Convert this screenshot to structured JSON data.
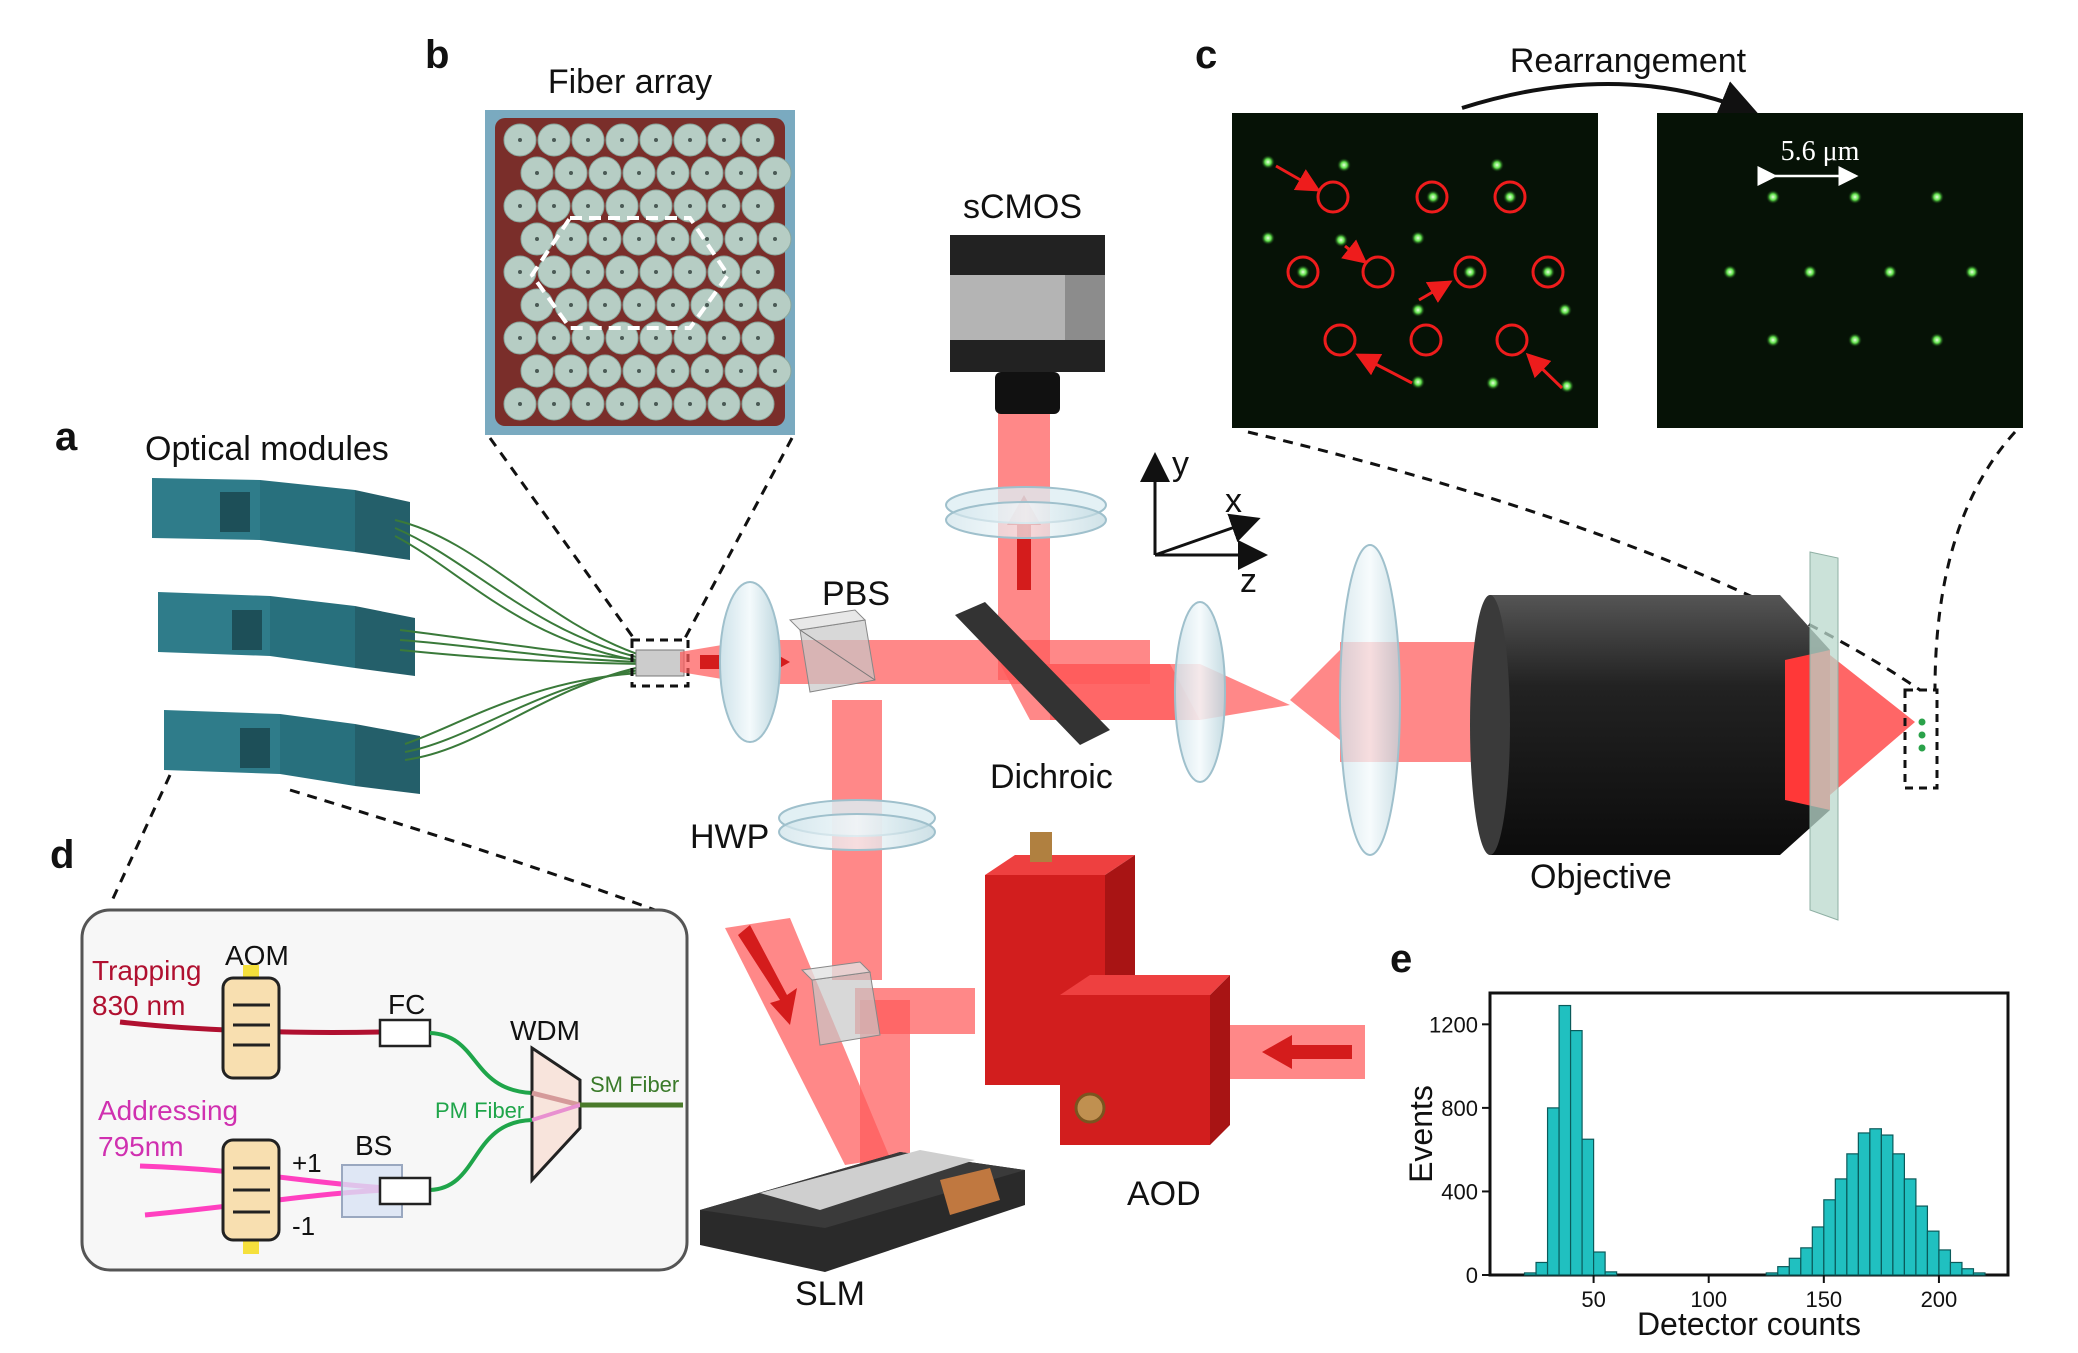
{
  "panels": {
    "a": "a",
    "b": "b",
    "c": "c",
    "d": "d",
    "e": "e"
  },
  "labels": {
    "fiber_array": "Fiber array",
    "rearrangement": "Rearrangement",
    "spacing": "5.6 μm",
    "optical_modules": "Optical modules",
    "scmos": "sCMOS",
    "pbs": "PBS",
    "dichroic": "Dichroic",
    "hwp": "HWP",
    "objective": "Objective",
    "slm": "SLM",
    "aod": "AOD",
    "axis_x": "x",
    "axis_y": "y",
    "axis_z": "z"
  },
  "module": {
    "trapping_1": "Trapping",
    "trapping_2": "830 nm",
    "aom": "AOM",
    "fc": "FC",
    "wdm": "WDM",
    "sm_fiber": "SM Fiber",
    "pm_fiber": "PM Fiber",
    "addressing_1": "Addressing",
    "addressing_2": "795nm",
    "bs": "BS",
    "plus1": "+1",
    "minus1": "-1"
  },
  "colors": {
    "beam": "#ff5a5a",
    "histogram": "#20c0c0",
    "fiber": "#2aa24a",
    "trap_line": "#b01030",
    "addr_line": "#ff40c0",
    "module": "#2f7c8a",
    "aod": "#dd2020"
  },
  "chart_data": {
    "type": "bar",
    "xlabel": "Detector counts",
    "ylabel": "Events",
    "xlim": [
      5,
      230
    ],
    "ylim": [
      0,
      1350
    ],
    "xticks": [
      50,
      100,
      150,
      200
    ],
    "yticks": [
      0,
      400,
      800,
      1200
    ],
    "bin_width": 5,
    "bin_starts": [
      20,
      25,
      30,
      35,
      40,
      45,
      50,
      55,
      125,
      130,
      135,
      140,
      145,
      150,
      155,
      160,
      165,
      170,
      175,
      180,
      185,
      190,
      195,
      200,
      205,
      210,
      215
    ],
    "values": [
      10,
      60,
      800,
      1290,
      1170,
      650,
      110,
      15,
      10,
      40,
      80,
      130,
      230,
      360,
      460,
      580,
      680,
      700,
      670,
      580,
      460,
      330,
      210,
      120,
      60,
      30,
      10
    ]
  }
}
